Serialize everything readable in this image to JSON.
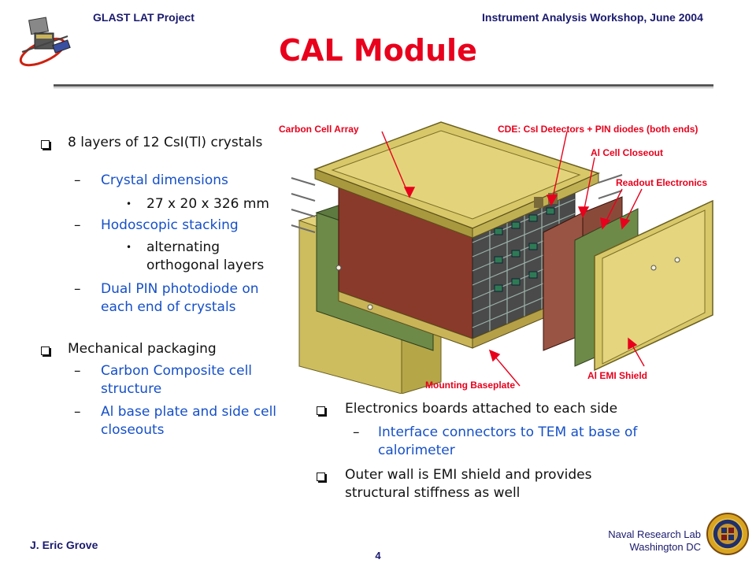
{
  "header": {
    "left": "GLAST LAT Project",
    "right": "Instrument Analysis Workshop, June 2004"
  },
  "title": "CAL Module",
  "left_list": {
    "b1": "8 layers of 12 CsI(Tl) crystals",
    "s1": "Crystal dimensions",
    "s1a": "27 x 20 x 326 mm",
    "s2": "Hodoscopic stacking",
    "s2a": "alternating orthogonal layers",
    "s3": "Dual PIN photodiode on each end of crystals",
    "b2": "Mechanical packaging",
    "s4": "Carbon Composite cell structure",
    "s5": "Al base plate and side cell closeouts"
  },
  "callouts": {
    "carbon": "Carbon Cell Array",
    "cde": "CDE: CsI Detectors + PIN diodes (both ends)",
    "closeout": "Al Cell Closeout",
    "readout": "Readout Electronics",
    "baseplate": "Mounting Baseplate",
    "emi": "Al EMI Shield"
  },
  "right_list": {
    "b1": "Electronics boards attached to each side",
    "s1": "Interface connectors to TEM at base of calorimeter",
    "b2": "Outer wall is EMI shield and provides structural stiffness as well"
  },
  "footer": {
    "author": "J. Eric Grove",
    "page": "4",
    "lab1": "Naval Research Lab",
    "lab2": "Washington DC"
  }
}
